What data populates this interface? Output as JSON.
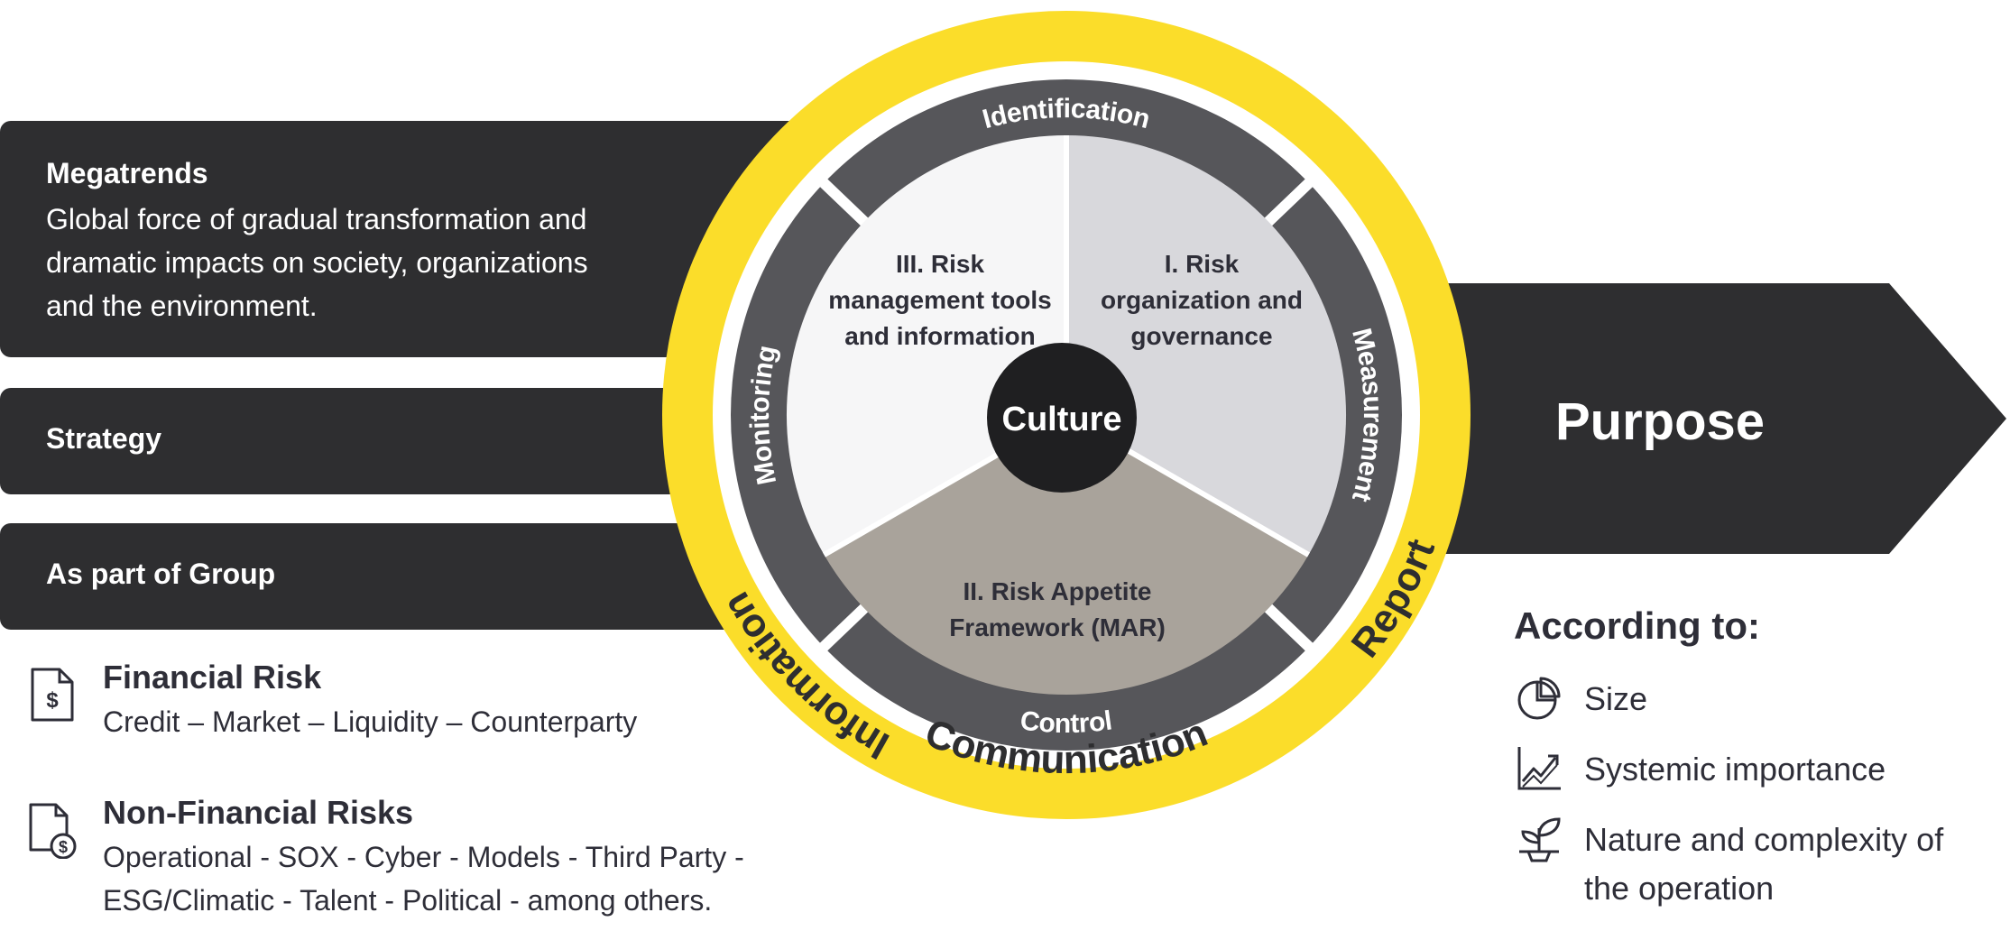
{
  "bars": {
    "megatrends": {
      "title": "Megatrends",
      "description_lines": [
        "Global force of gradual transformation and",
        "dramatic impacts on society, organizations",
        "and the environment."
      ]
    },
    "strategy": {
      "title": "Strategy"
    },
    "group": {
      "title": "As part of Group"
    }
  },
  "purpose": {
    "label": "Purpose"
  },
  "wheel": {
    "center": "Culture",
    "segments": {
      "one": [
        "I. Risk",
        "organization and",
        "governance"
      ],
      "two": [
        "II. Risk Appetite",
        "Framework (MAR)"
      ],
      "three": [
        "III. Risk",
        "management tools",
        "and information"
      ]
    },
    "inner_ring": {
      "identification": "Identification",
      "measurement": "Measurement",
      "control": "Control",
      "monitoring": "Monitoring"
    },
    "outer_ring": {
      "information": "Information",
      "communication": "Communication",
      "report": "Report"
    },
    "colors": {
      "yellow": "#fbdd2a",
      "dark_ring": "#56565a",
      "segment_one": "#d8d8dc",
      "segment_two": "#a9a39b",
      "segment_three": "#f6f6f7",
      "center": "#1f1f21"
    }
  },
  "risks": {
    "financial": {
      "title": "Financial Risk",
      "description": "Credit – Market – Liquidity – Counterparty",
      "icon": "document-dollar-icon"
    },
    "non_financial": {
      "title": "Non-Financial Risks",
      "description_lines": [
        "Operational - SOX - Cyber - Models - Third Party -",
        "ESG/Climatic - Talent - Political - among others."
      ],
      "icon": "document-coin-icon"
    }
  },
  "according": {
    "title": "According to:",
    "items": [
      {
        "label": "Size",
        "icon": "pie-chart-icon"
      },
      {
        "label": "Systemic importance",
        "icon": "trend-chart-icon"
      },
      {
        "label_lines": [
          "Nature and complexity of",
          "the operation"
        ],
        "icon": "plant-icon"
      }
    ]
  }
}
